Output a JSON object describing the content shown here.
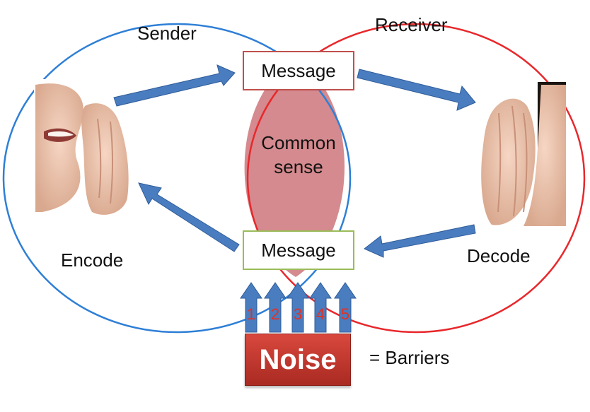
{
  "labels": {
    "sender": "Sender",
    "receiver": "Receiver",
    "encode": "Encode",
    "decode": "Decode",
    "barriers": "= Barriers"
  },
  "messages": {
    "top": "Message",
    "bottom": "Message"
  },
  "common_sense": {
    "line1": "Common",
    "line2": "sense"
  },
  "noise": {
    "label": "Noise",
    "barrier_numbers": [
      "1",
      "2",
      "3",
      "4",
      "5"
    ]
  },
  "colors": {
    "sender_circle": "#2e7fd6",
    "receiver_circle": "#e8282c",
    "overlap_fill": "#d48a8e",
    "arrow_fill": "#4a7cc0",
    "top_message_border": "#c0504d",
    "bottom_message_border": "#9bbb59",
    "noise_fill": "#c8382e",
    "barrier_number": "#e53020"
  },
  "icons": {
    "sender_image": "whispering-mouth-hand-icon",
    "receiver_image": "cupped-ear-hand-icon"
  }
}
